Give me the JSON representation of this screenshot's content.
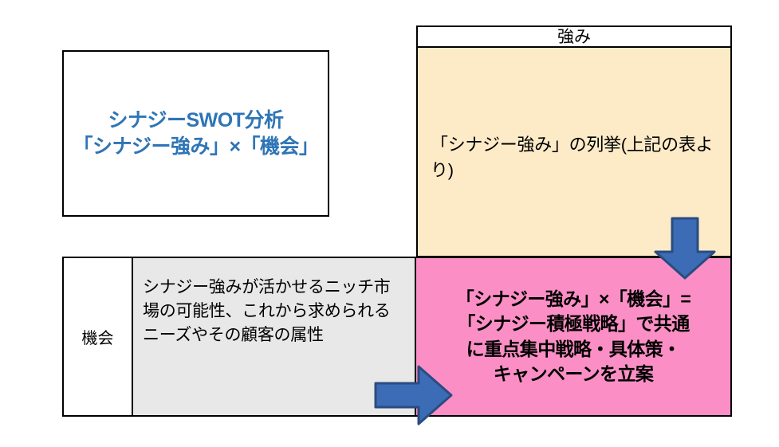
{
  "diagram": {
    "title_box": {
      "text": "シナジーSWOT分析\n「シナジー強み」×「機会」",
      "text_color": "#2E75B6",
      "background": "#FFFFFF",
      "border_color": "#000000"
    },
    "strength_column": {
      "header": "強み",
      "header_background": "#FFFFFF",
      "body_text": "「シナジー強み」の列挙(上記の表より)",
      "body_background": "#FDEBC8"
    },
    "matrix_row": {
      "row_label": "機会",
      "row_label_background": "#FFFFFF",
      "opportunity_cell": {
        "text": "シナジー強みが活かせるニッチ市場の可能性、これから求められるニーズやその顧客の属性",
        "background": "#E8E8E8"
      },
      "strategy_cell": {
        "text": "「シナジー強み」×「機会」=\n「シナジー積極戦略」で共通\nに重点集中戦略・具体策・\nキャンペーンを立案",
        "background": "#FB8FC5"
      }
    },
    "arrows": {
      "down_arrow": {
        "direction": "down",
        "fill": "#3B6CB5",
        "outline": "#2A4C80"
      },
      "right_arrow": {
        "direction": "right",
        "fill": "#3B6CB5",
        "outline": "#2A4C80"
      }
    }
  }
}
